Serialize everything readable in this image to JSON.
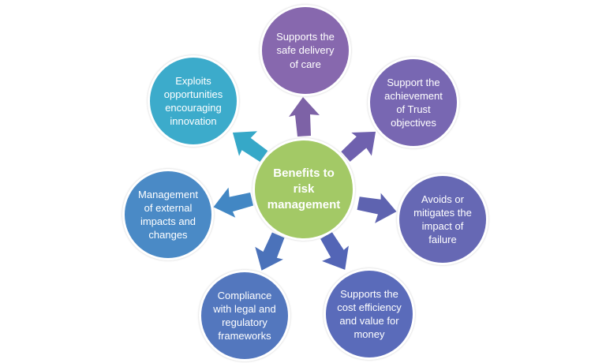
{
  "diagram": {
    "title": "Benefits to risk management",
    "background_color": "#ffffff",
    "text_color": "#ffffff",
    "center": {
      "label": "Benefits to\nrisk\nmanagement",
      "color": "#A3C966"
    },
    "nodes": [
      {
        "id": "safe-delivery-of-care",
        "position": "top",
        "label": "Supports the\nsafe delivery\nof care",
        "color": "#8768AE",
        "arrow_color": "#7D62A6"
      },
      {
        "id": "trust-objectives",
        "position": "top-right",
        "label": "Support the\nachievement\nof Trust\nobjectives",
        "color": "#7867B2",
        "arrow_color": "#6F61AE"
      },
      {
        "id": "mitigates-failure",
        "position": "right",
        "label": "Avoids or\nmitigates the\nimpact of\nfailure",
        "color": "#6668B4",
        "arrow_color": "#5E63B0"
      },
      {
        "id": "cost-efficiency",
        "position": "bottom-right",
        "label": "Supports the\ncost efficiency\nand value for\nmoney",
        "color": "#5A6BBA",
        "arrow_color": "#5365B6"
      },
      {
        "id": "compliance-frameworks",
        "position": "bottom-left",
        "label": "Compliance\nwith legal and\nregulatory\nframeworks",
        "color": "#5377BE",
        "arrow_color": "#4B72BA"
      },
      {
        "id": "external-impacts",
        "position": "left",
        "label": "Management\nof external\nimpacts and\nchanges",
        "color": "#4A8AC6",
        "arrow_color": "#4287C4"
      },
      {
        "id": "exploits-opportunities",
        "position": "top-left",
        "label": "Exploits\nopportunities\nencouraging\ninnovation",
        "color": "#3CABCB",
        "arrow_color": "#36A8C8"
      }
    ]
  }
}
